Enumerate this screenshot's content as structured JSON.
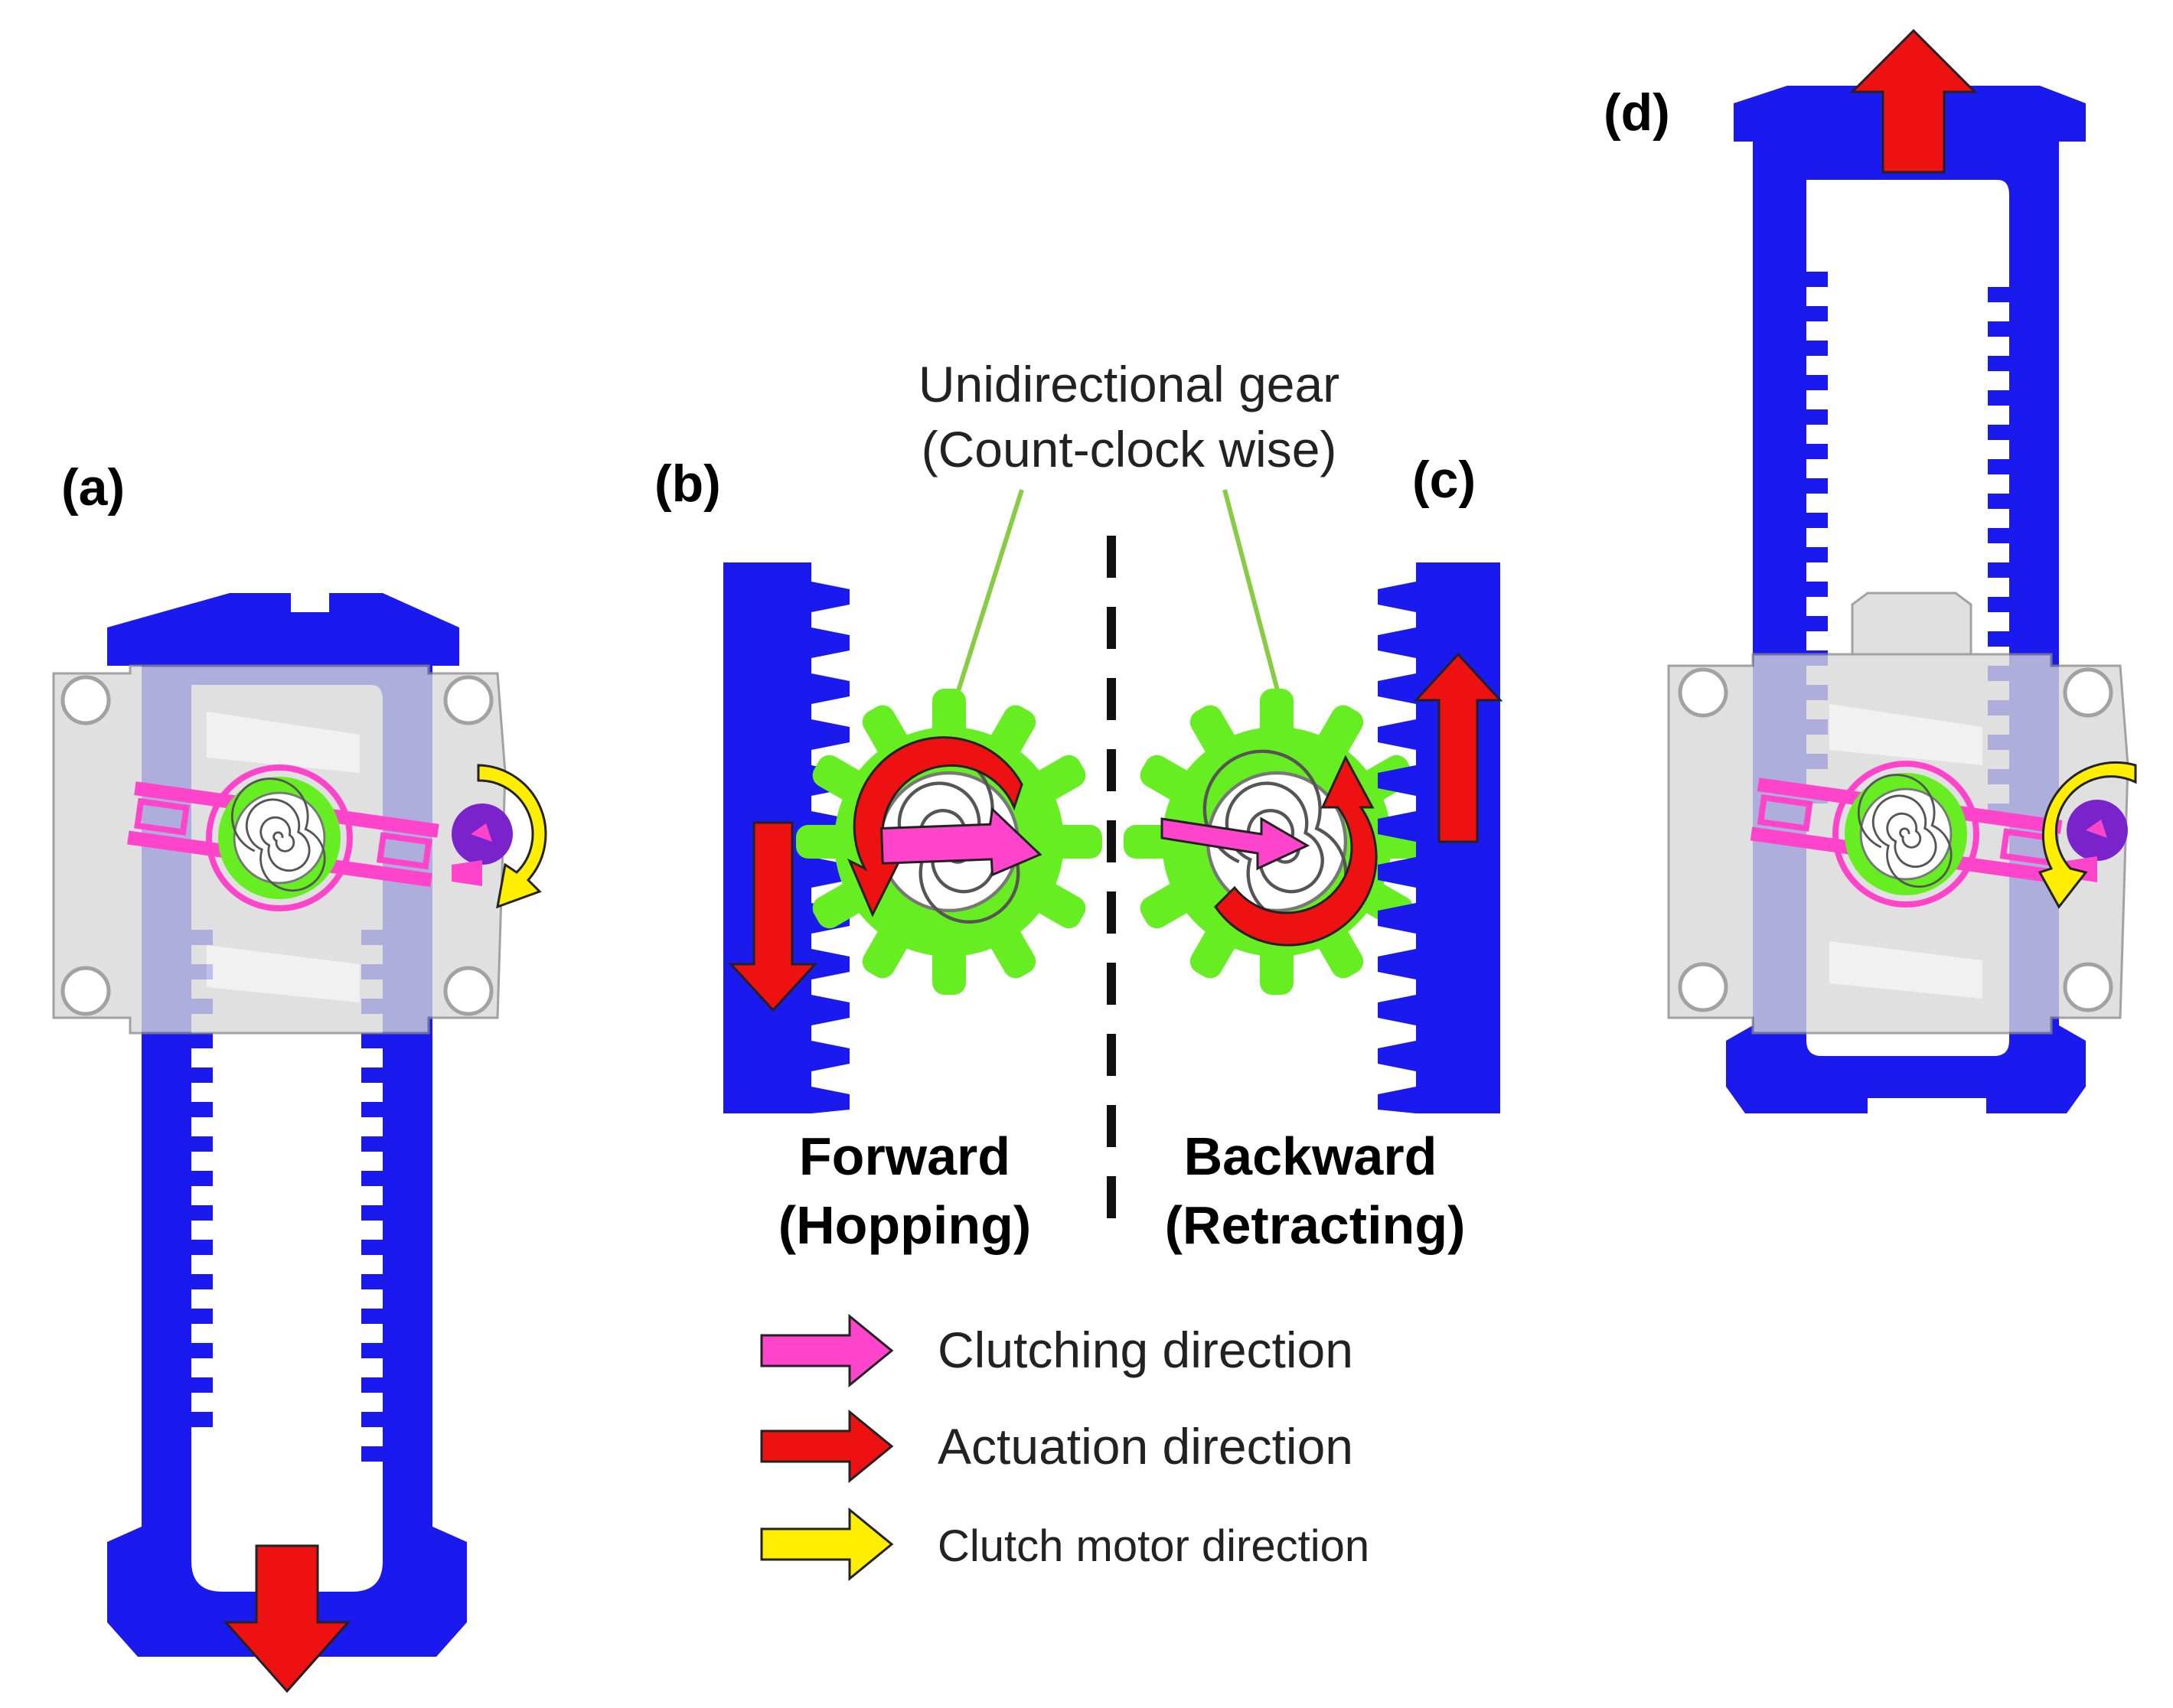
{
  "panels": {
    "a": {
      "label": "(a)"
    },
    "b": {
      "label": "(b)",
      "caption_line1": "Forward",
      "caption_line2": "(Hopping)"
    },
    "c": {
      "label": "(c)",
      "caption_line1": "Backward",
      "caption_line2": "(Retracting)"
    },
    "d": {
      "label": "(d)"
    }
  },
  "gear_note": {
    "line1": "Unidirectional gear",
    "line2": "(Count-clock wise)"
  },
  "legend": [
    {
      "label": "Clutching direction",
      "color": "#ff44cc",
      "icon": "magenta-arrow-icon"
    },
    {
      "label": "Actuation direction",
      "color": "#ee1111",
      "icon": "red-arrow-icon"
    },
    {
      "label": "Clutch motor direction",
      "color": "#ffee00",
      "icon": "yellow-arrow-icon"
    }
  ],
  "colors": {
    "frame_blue": "#1a1aee",
    "gear_green": "#66ee22",
    "arrow_red": "#ee1111",
    "clutch_magenta": "#ff44cc",
    "motor_yellow": "#ffee00",
    "motor_purple": "#7a22cc",
    "housing_gray": "#d8d8d8"
  }
}
